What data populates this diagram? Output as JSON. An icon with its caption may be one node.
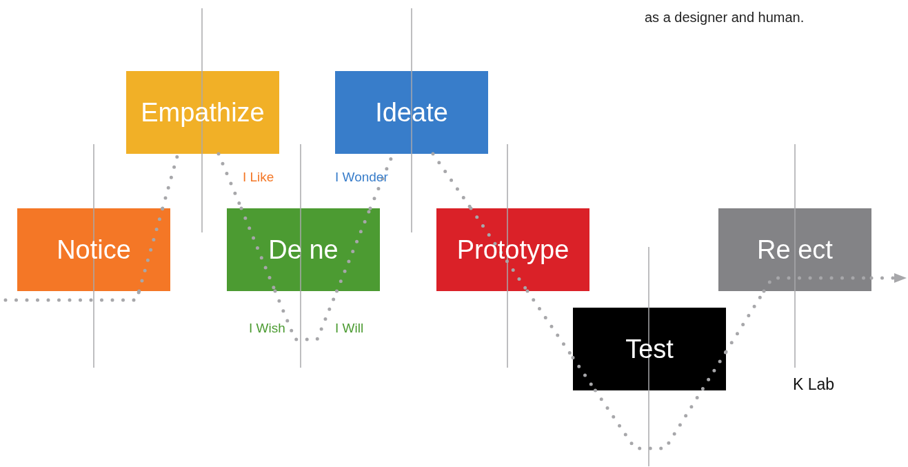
{
  "diagram": {
    "nodes": [
      {
        "text": [
          "Notice"
        ]
      },
      {
        "text": [
          "Empathize"
        ]
      },
      {
        "text": [
          "De ne"
        ]
      },
      {
        "text": [
          "Ideate"
        ]
      },
      {
        "text": [
          "Prototype"
        ]
      },
      {
        "text": [
          "Test"
        ]
      },
      {
        "text": [
          "Re ect"
        ]
      }
    ],
    "edges": [
      {
        "from": null,
        "to": 0,
        "arrow": "none",
        "style": "dashed"
      },
      {
        "from": 0,
        "to": 1,
        "arrow": "none",
        "style": "dashed"
      },
      {
        "from": 1,
        "to": 2,
        "arrow": "none",
        "style": "dashed"
      },
      {
        "from": 2,
        "to": 2,
        "arrow": "none",
        "style": "dashed"
      },
      {
        "from": 2,
        "to": 3,
        "arrow": "none",
        "style": "dashed"
      },
      {
        "from": 3,
        "to": 4,
        "arrow": "none",
        "style": "dashed"
      },
      {
        "from": 4,
        "to": 5,
        "arrow": "none",
        "style": "dashed"
      },
      {
        "from": 5,
        "to": 5,
        "arrow": "none",
        "style": "dashed"
      },
      {
        "from": 5,
        "to": 6,
        "arrow": "none",
        "style": "dashed"
      },
      {
        "from": 6,
        "to": null,
        "arrow": "to",
        "style": "dashed"
      }
    ],
    "labels": [
      "as a designer and human.",
      "I Like",
      "I Wonder",
      "I Wish",
      "I Will",
      "K   Lab"
    ]
  }
}
